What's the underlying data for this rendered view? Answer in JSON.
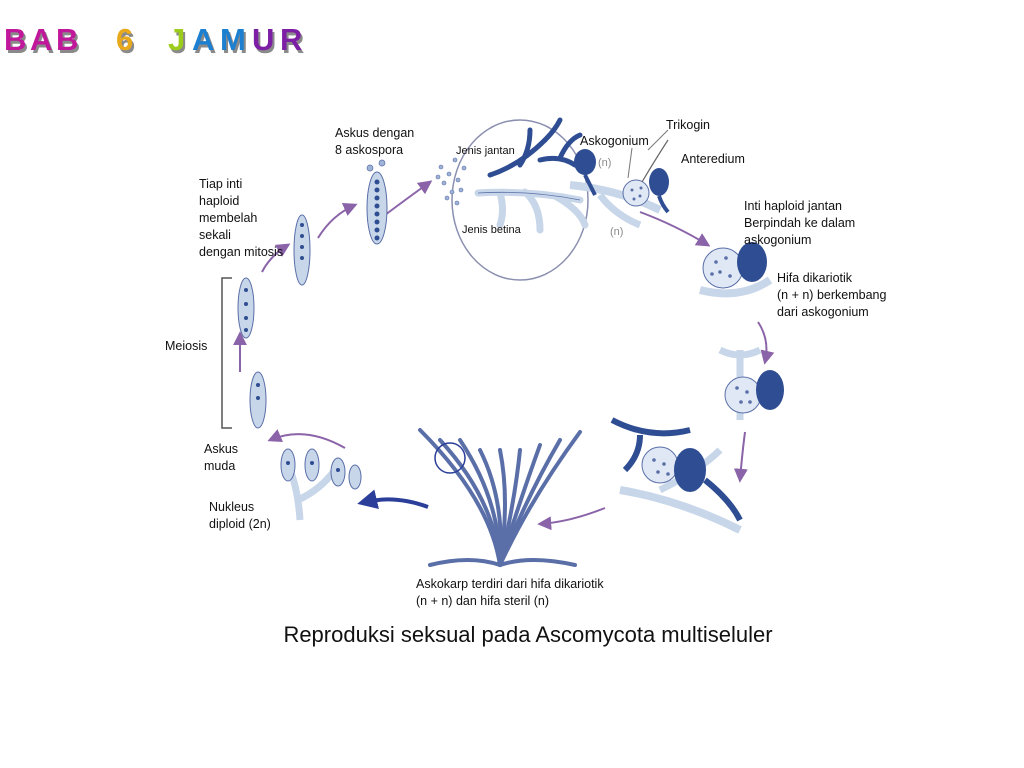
{
  "header": {
    "letters": [
      {
        "char": "B",
        "color": "#c0179b"
      },
      {
        "char": "A",
        "color": "#c0179b"
      },
      {
        "char": "B",
        "color": "#c0179b"
      },
      {
        "char": "6",
        "color": "#e8a91c"
      },
      {
        "char": "J",
        "color": "#9ccc1c"
      },
      {
        "char": "A",
        "color": "#1c7fd0"
      },
      {
        "char": "M",
        "color": "#1c7fd0"
      },
      {
        "char": "U",
        "color": "#7d1fa5"
      },
      {
        "char": "R",
        "color": "#7d1fa5"
      }
    ]
  },
  "labels": {
    "askus_dengan": "Askus dengan\n8 askospora",
    "jenis_jantan": "Jenis jantan",
    "jenis_betina": "Jenis betina",
    "askogonium": "Askogonium",
    "trikogin": "Trikogin",
    "anteredium": "Anteredium",
    "n_label_1": "(n)",
    "n_label_2": "(n)",
    "inti_haploid": "Inti haploid jantan\nBerpindah ke dalam\naskogonium",
    "hifa_dikariotik": "Hifa dikariotik\n(n + n) berkembang\ndari askogonium",
    "tiap_inti": "Tiap inti\nhaploid\nmembelah\nsekali\ndengan mitosis",
    "meiosis": "Meiosis",
    "askus_muda": "Askus\nmuda",
    "nukleus": "Nukleus\ndiploid (2n)",
    "askokarp": "Askokarp terdiri dari hifa dikariotik\n(n + n) dan hifa steril (n)"
  },
  "caption": "Reproduksi seksual pada Ascomycota multiseluler",
  "colors": {
    "hypha_light": "#c8d6ea",
    "hypha_dark": "#2f4d92",
    "outline": "#5a6fa8",
    "arrow": "#8a63a8",
    "arrow_big": "#2b3f9a"
  }
}
